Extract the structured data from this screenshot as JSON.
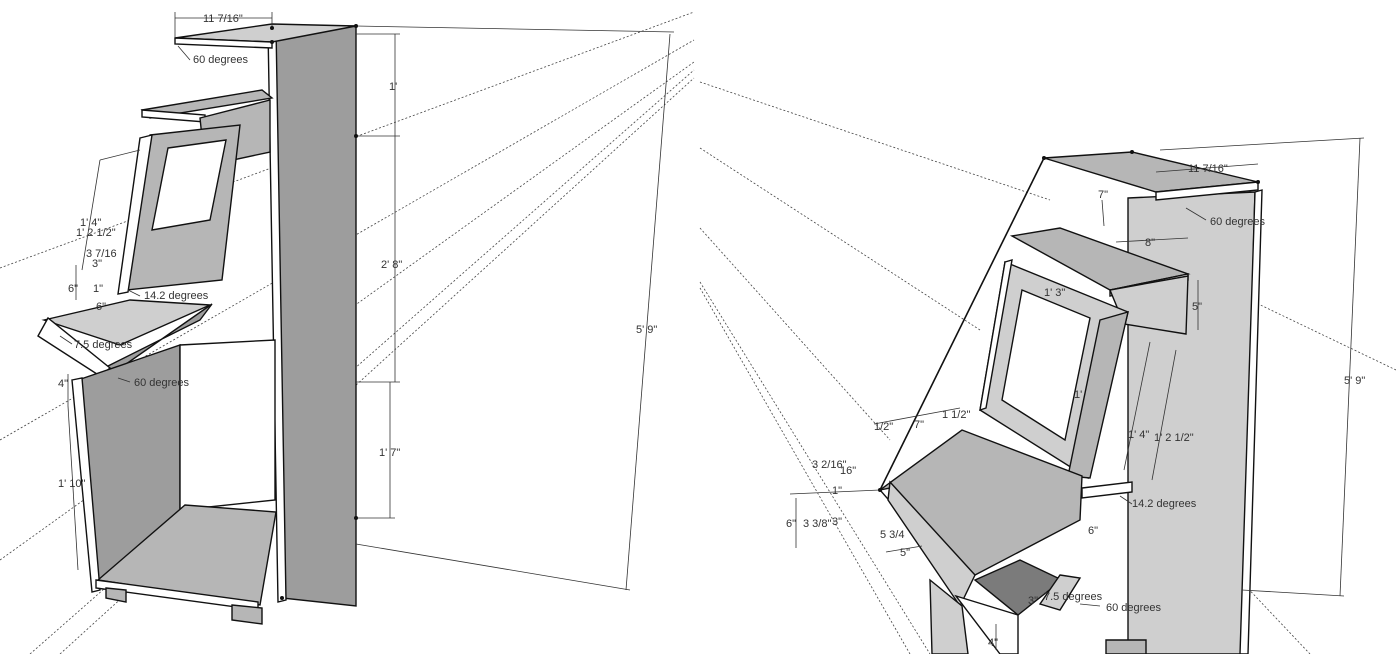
{
  "left_view": {
    "dims": {
      "top_depth": "11 7/16\"",
      "angle_top": "60 degrees",
      "h_1ft": "1'",
      "h_2ft8": "2' 8\"",
      "h_1ft7": "1' 7\"",
      "h_total": "5' 9\"",
      "front_1ft4": "1' 4\"",
      "front_1ft2": "1' 2 1/2\"",
      "small_3_7": "3 7/16",
      "small_3": "3\"",
      "small_6": "6\"",
      "small_1": "1\"",
      "small_6b": "6\"",
      "angle_panel": "14.2 degrees",
      "angle_control": "7.5 degrees",
      "angle_lower": "60 degrees",
      "small_4": "4\"",
      "h_1ft10": "1' 10\""
    }
  },
  "right_view": {
    "dims": {
      "top_depth": "11 7/16\"",
      "angle_top": "60 degrees",
      "small_7": "7\"",
      "shelf_8": "8\"",
      "small_5": "5\"",
      "bezel_1ft3": "1' 3\"",
      "h_total": "5' 9\"",
      "screen_1ft": "1'",
      "front_1ft4": "1' 4\"",
      "front_1ft2": "1' 2 1/2\"",
      "top_1_2": "1/2\"",
      "top_7": "7\"",
      "top_1_1_2": "1 1/2\"",
      "small_3_2_16": "3 2/16\"",
      "small_16": "16\"",
      "small_1": "1\"",
      "small_6": "6\"",
      "small_3_3_8": "3 3/8\"",
      "small_3": "3\"",
      "small_5_3_4": "5 3/4",
      "angle_panel": "14.2 degrees",
      "small_6b": "6\"",
      "small_3b": "3\"",
      "angle_control": "7.5 degrees",
      "angle_lower": "60 degrees",
      "small_4": "4\""
    }
  }
}
